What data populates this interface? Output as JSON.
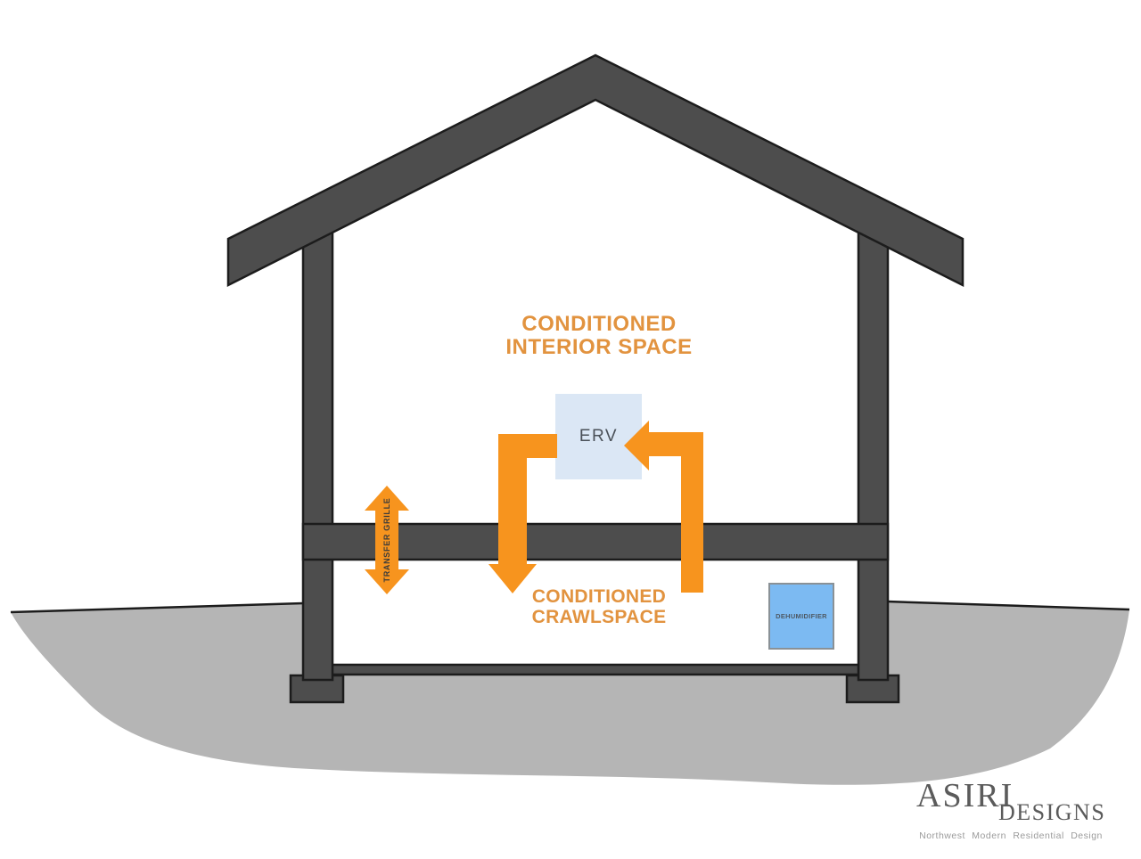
{
  "labels": {
    "interior_space": "CONDITIONED\nINTERIOR SPACE",
    "crawlspace": "CONDITIONED\nCRAWLSPACE",
    "erv": "ERV",
    "transfer_grille": "TRANSFER GRILLE",
    "dehumidifier": "DEHUMIDIFIER"
  },
  "logo": {
    "name": "ASIRI",
    "suffix": "DESIGNS",
    "tagline": "Northwest  Modern  Residential  Design"
  },
  "colors": {
    "structure": "#4d4d4d",
    "outline": "#1c1c1c",
    "ground": "#b5b5b5",
    "duct_orange": "#f7941e",
    "label_orange": "#e2933f",
    "erv_fill": "#dbe7f5",
    "erv_text": "#4a5058",
    "dehumidifier_fill": "#7cbaf2",
    "dehumidifier_border": "#8a9196",
    "dehumidifier_text": "#4e5a66",
    "grille_text": "#3b3b3b",
    "logo_gray": "#5b5b5b",
    "tagline_gray": "#9b9b9b"
  }
}
